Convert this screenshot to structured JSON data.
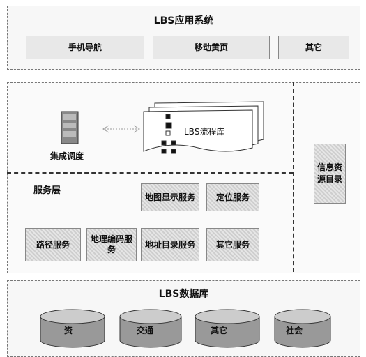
{
  "app_layer": {
    "title": "LBS应用系统",
    "items": [
      "手机导航",
      "移动黄页",
      "其它"
    ]
  },
  "integration": {
    "server_label": "集成调度",
    "flow_label": "LBS流程库"
  },
  "resource_catalog": "信息资源目录",
  "service_layer": {
    "title": "服务层",
    "row1": [
      "地图显示服务",
      "定位服务"
    ],
    "row2": [
      "路径服务",
      "地理编码服务",
      "地址目录服务",
      "其它服务"
    ]
  },
  "database_layer": {
    "title": "LBS数据库",
    "databases": [
      "资",
      "交通",
      "其它",
      "社会"
    ]
  }
}
